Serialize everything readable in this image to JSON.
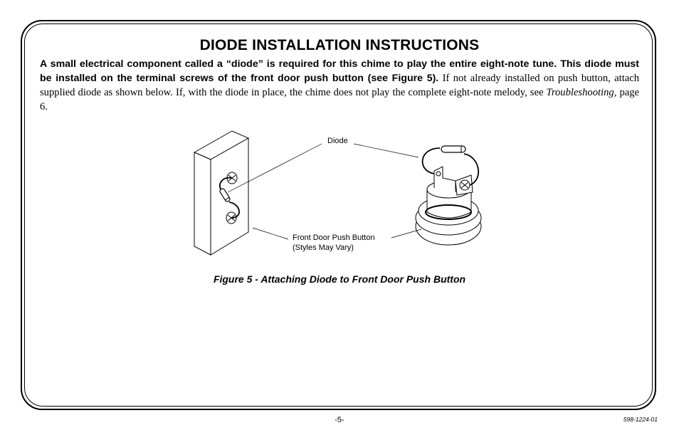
{
  "title": "DIODE INSTALLATION INSTRUCTIONS",
  "intro": {
    "bold_text": "A small electrical component called a “diode” is required for this chime to play the entire eight-note tune. This diode must be installed on the terminal screws of the front door push button (see Figure 5).",
    "regular_text_1": " If not already installed on push button, attach supplied diode as shown below. If, with the diode in place, the chime does not play the complete eight-note melody, see ",
    "italic_ref": "Troubleshooting,",
    "regular_text_2": " page 6."
  },
  "figure": {
    "label_diode": "Diode",
    "label_button_line1": "Front Door Push Button",
    "label_button_line2": "(Styles May Vary)",
    "caption": "Figure 5 - Attaching Diode to Front Door Push Button"
  },
  "footer": {
    "page_number": "-5-",
    "doc_number": "598-1224-01"
  }
}
